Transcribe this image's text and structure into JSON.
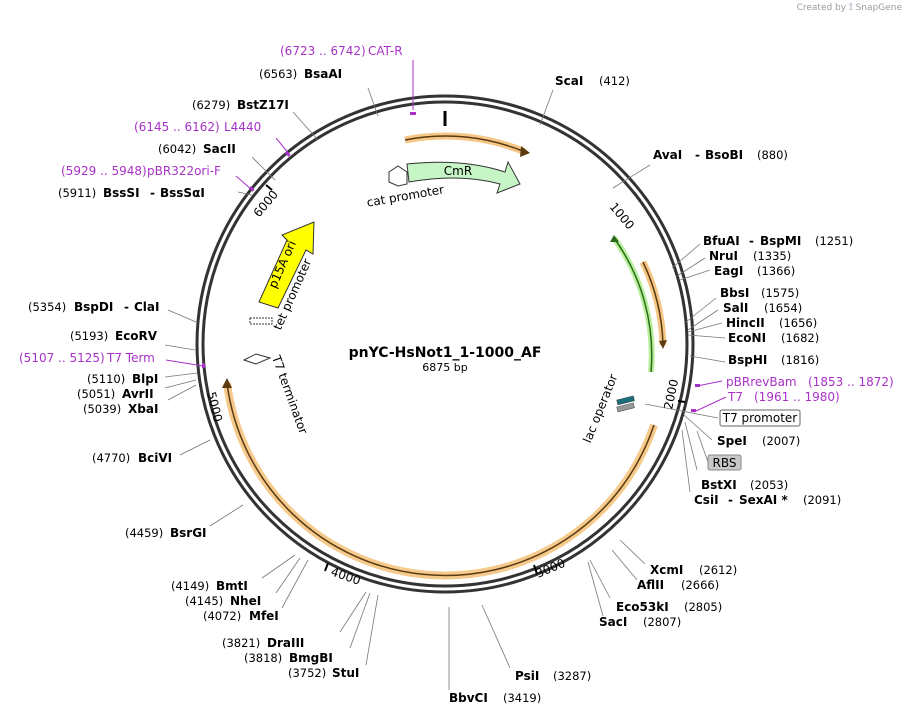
{
  "credit": {
    "prefix": "Created by",
    "brand": "SnapGene"
  },
  "plasmid": {
    "name": "pnYC-HsNot1_1-1000_AF",
    "length_label": "6875 bp",
    "length": 6875
  },
  "colors": {
    "primer": "#a832c8",
    "cmr": "#c6f5c6",
    "p15a": "#ffff00",
    "orf": "#f2b866",
    "ring": "#333333"
  },
  "enzymes": [
    {
      "name": "ScaI",
      "pos": "(412)"
    },
    {
      "name": "AvaI",
      "alt": "BsoBI",
      "pos": "(880)"
    },
    {
      "name": "BfuAI",
      "alt": "BspMI",
      "pos": "(1251)"
    },
    {
      "name": "NruI",
      "pos": "(1335)"
    },
    {
      "name": "EagI",
      "pos": "(1366)"
    },
    {
      "name": "BbsI",
      "pos": "(1575)"
    },
    {
      "name": "SalI",
      "pos": "(1654)"
    },
    {
      "name": "HincII",
      "pos": "(1656)"
    },
    {
      "name": "EcoNI",
      "pos": "(1682)"
    },
    {
      "name": "BspHI",
      "pos": "(1816)"
    },
    {
      "name": "SpeI",
      "pos": "(2007)"
    },
    {
      "name": "BstXI",
      "pos": "(2053)"
    },
    {
      "name": "CsiI",
      "alt": "SexAI *",
      "pos": "(2091)"
    },
    {
      "name": "XcmI",
      "pos": "(2612)"
    },
    {
      "name": "AflII",
      "pos": "(2666)"
    },
    {
      "name": "Eco53kI",
      "pos": "(2805)"
    },
    {
      "name": "SacI",
      "pos": "(2807)"
    },
    {
      "name": "PsiI",
      "pos": "(3287)"
    },
    {
      "name": "BbvCI",
      "pos": "(3419)"
    },
    {
      "name": "StuI",
      "pos": "(3752)"
    },
    {
      "name": "BmgBI",
      "pos": "(3818)"
    },
    {
      "name": "DraIII",
      "pos": "(3821)"
    },
    {
      "name": "MfeI",
      "pos": "(4072)"
    },
    {
      "name": "NheI",
      "pos": "(4145)"
    },
    {
      "name": "BmtI",
      "pos": "(4149)"
    },
    {
      "name": "BsrGI",
      "pos": "(4459)"
    },
    {
      "name": "BciVI",
      "pos": "(4770)"
    },
    {
      "name": "XbaI",
      "pos": "(5039)"
    },
    {
      "name": "AvrII",
      "pos": "(5051)"
    },
    {
      "name": "BlpI",
      "pos": "(5110)"
    },
    {
      "name": "EcoRV",
      "pos": "(5193)"
    },
    {
      "name": "BspDI",
      "alt": "ClaI",
      "pos": "(5354)"
    },
    {
      "name": "BssSI",
      "alt": "BssSαI",
      "pos": "(5911)"
    },
    {
      "name": "SacII",
      "pos": "(6042)"
    },
    {
      "name": "BstZ17I",
      "pos": "(6279)"
    },
    {
      "name": "BsaAI",
      "pos": "(6563)"
    }
  ],
  "primers": [
    {
      "name": "CAT-R",
      "range": "(6723 .. 6742)"
    },
    {
      "name": "L4440",
      "range": "(6145 .. 6162)"
    },
    {
      "name": "pBR322ori-F",
      "range": "(5929 .. 5948)"
    },
    {
      "name": "T7 Term",
      "range": "(5107 .. 5125)"
    },
    {
      "name": "pBRrevBam",
      "range": "(1853 .. 1872)"
    },
    {
      "name": "T7",
      "range": "(1961 .. 1980)"
    }
  ],
  "features": {
    "cmr": "CmR",
    "cat_promoter": "cat promoter",
    "p15a_ori": "p15A ori",
    "tet_promoter": "tet promoter",
    "t7_terminator": "T7 terminator",
    "lac_operator": "lac operator",
    "t7_promoter": "T7 promoter",
    "rbs": "RBS"
  },
  "ticks": [
    "1000",
    "2000",
    "3000",
    "4000",
    "5000",
    "6000"
  ]
}
